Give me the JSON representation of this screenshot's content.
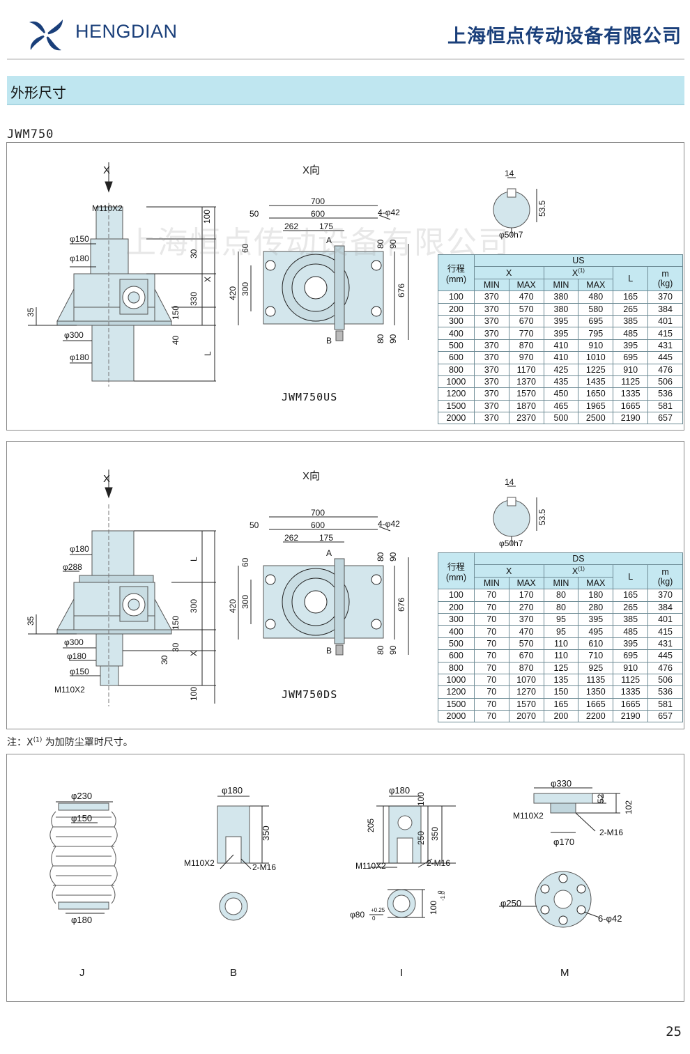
{
  "header": {
    "brand": "HENGDIAN",
    "company": "上海恒点传动设备有限公司",
    "watermark": "上海恒点传动设备有限公司"
  },
  "section": {
    "title": "外形尺寸"
  },
  "model": "JWM750",
  "panel_us": {
    "view_label": "X向",
    "arrow_label": "X",
    "caption": "JWM750US",
    "dims": {
      "m110": "M110X2",
      "d150": "φ150",
      "d180a": "φ180",
      "d300": "φ300",
      "d180b": "φ180",
      "v100": "100",
      "v30": "30",
      "vX": "X",
      "v330": "330",
      "v150": "150",
      "v40": "40",
      "vL": "L",
      "v35": "35",
      "w700": "700",
      "w600": "600",
      "w50": "50",
      "w262": "262",
      "w175": "175",
      "holes": "4-φ42",
      "h420": "420",
      "h300": "300",
      "h60": "60",
      "h676": "676",
      "hA": "A",
      "hB": "B",
      "r80a": "80",
      "r90a": "90",
      "r80b": "80",
      "r90b": "90",
      "k14": "14",
      "k53": "53.5",
      "k50": "φ50h7"
    }
  },
  "table_us": {
    "col_stroke": "行程",
    "col_stroke_unit": "(mm)",
    "group": "US",
    "x": "X",
    "x1": "X",
    "x1_sup": "(1)",
    "min": "MIN",
    "max": "MAX",
    "L": "L",
    "m": "m",
    "m_unit": "(kg)",
    "rows": [
      [
        "100",
        "370",
        "470",
        "380",
        "480",
        "165",
        "370"
      ],
      [
        "200",
        "370",
        "570",
        "380",
        "580",
        "265",
        "384"
      ],
      [
        "300",
        "370",
        "670",
        "395",
        "695",
        "385",
        "401"
      ],
      [
        "400",
        "370",
        "770",
        "395",
        "795",
        "485",
        "415"
      ],
      [
        "500",
        "370",
        "870",
        "410",
        "910",
        "395",
        "431"
      ],
      [
        "600",
        "370",
        "970",
        "410",
        "1010",
        "695",
        "445"
      ],
      [
        "800",
        "370",
        "1170",
        "425",
        "1225",
        "910",
        "476"
      ],
      [
        "1000",
        "370",
        "1370",
        "435",
        "1435",
        "1125",
        "506"
      ],
      [
        "1200",
        "370",
        "1570",
        "450",
        "1650",
        "1335",
        "536"
      ],
      [
        "1500",
        "370",
        "1870",
        "465",
        "1965",
        "1665",
        "581"
      ],
      [
        "2000",
        "370",
        "2370",
        "500",
        "2500",
        "2190",
        "657"
      ]
    ]
  },
  "panel_ds": {
    "view_label": "X向",
    "arrow_label": "X",
    "caption": "JWM750DS",
    "dims": {
      "d180a": "φ180",
      "d288": "φ288",
      "d300": "φ300",
      "d180b": "φ180",
      "d150": "φ150",
      "m110": "M110X2",
      "vL": "L",
      "v300": "300",
      "v150": "150",
      "v30": "30",
      "vX": "X",
      "v100": "100",
      "v35": "35",
      "w700": "700",
      "w600": "600",
      "w50": "50",
      "w262": "262",
      "w175": "175",
      "holes": "4-φ42",
      "h420": "420",
      "h300": "300",
      "h60": "60",
      "h676": "676",
      "hA": "A",
      "hB": "B",
      "r80a": "80",
      "r90a": "90",
      "r80b": "80",
      "r90b": "90",
      "k14": "14",
      "k53": "53.5",
      "k50": "φ50h7"
    }
  },
  "table_ds": {
    "col_stroke": "行程",
    "col_stroke_unit": "(mm)",
    "group": "DS",
    "x": "X",
    "x1": "X",
    "x1_sup": "(1)",
    "min": "MIN",
    "max": "MAX",
    "L": "L",
    "m": "m",
    "m_unit": "(kg)",
    "rows": [
      [
        "100",
        "70",
        "170",
        "80",
        "180",
        "165",
        "370"
      ],
      [
        "200",
        "70",
        "270",
        "80",
        "280",
        "265",
        "384"
      ],
      [
        "300",
        "70",
        "370",
        "95",
        "395",
        "385",
        "401"
      ],
      [
        "400",
        "70",
        "470",
        "95",
        "495",
        "485",
        "415"
      ],
      [
        "500",
        "70",
        "570",
        "110",
        "610",
        "395",
        "431"
      ],
      [
        "600",
        "70",
        "670",
        "110",
        "710",
        "695",
        "445"
      ],
      [
        "800",
        "70",
        "870",
        "125",
        "925",
        "910",
        "476"
      ],
      [
        "1000",
        "70",
        "1070",
        "135",
        "1135",
        "1125",
        "506"
      ],
      [
        "1200",
        "70",
        "1270",
        "150",
        "1350",
        "1335",
        "536"
      ],
      [
        "1500",
        "70",
        "1570",
        "165",
        "1665",
        "1665",
        "581"
      ],
      [
        "2000",
        "70",
        "2070",
        "200",
        "2200",
        "2190",
        "657"
      ]
    ]
  },
  "note": {
    "prefix": "注：X",
    "sup": "(1)",
    "text": "为加防尘罩时尺寸。"
  },
  "accessories": {
    "J": {
      "label": "J",
      "d230": "φ230",
      "d150": "φ150",
      "d180": "φ180"
    },
    "B": {
      "label": "B",
      "d180": "φ180",
      "h350": "350",
      "m110": "M110X2",
      "m16": "2-M16"
    },
    "I": {
      "label": "I",
      "d180": "φ180",
      "h100": "100",
      "h205": "205",
      "h250": "250",
      "h350": "350",
      "m110": "M110X2",
      "m16": "2-M16",
      "d80": "φ80",
      "d80_tol_up": "+0.25",
      "d80_tol_dn": "0",
      "h100b": "100",
      "h100b_tol_up": "0",
      "h100b_tol_dn": "-1.0"
    },
    "M": {
      "label": "M",
      "d330": "φ330",
      "h52": "52",
      "h102": "102",
      "m110": "M110X2",
      "m16": "2-M16",
      "d170": "φ170",
      "d250": "φ250",
      "holes": "6-φ42"
    }
  },
  "page_number": "25",
  "colors": {
    "body_fill": "#d3e6ec",
    "header_band": "#bfe6f0",
    "logo_blue": "#1a3f7a"
  }
}
